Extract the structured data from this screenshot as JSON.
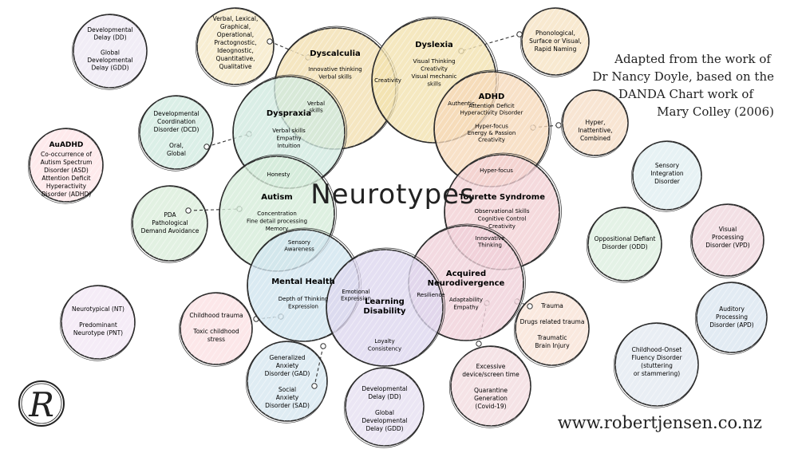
{
  "center_title": "Neurotypes",
  "attribution": [
    "Adapted from the work of",
    "Dr Nancy Doyle, based on the",
    "DANDA Chart work of",
    "Mary Colley (2006)"
  ],
  "website": "www.robertjensen.co.nz",
  "logo_letter": "R",
  "colors": {
    "dyscalculia": "#f2dfb0",
    "dyslexia": "#f2e2ae",
    "dyspraxia": "#cfe9df",
    "adhd": "#f6d8b8",
    "autism": "#d5ecd9",
    "tourette": "#f2cfd3",
    "mental_health": "#cfe4ee",
    "acquired": "#efcfd8",
    "learning": "#ddd6ee",
    "outline": "#2b2b2b"
  },
  "neurotypes": [
    {
      "id": "dyscalculia",
      "title": "Dyscalculia",
      "lines": [
        "Innovative thinking",
        "Verbal skills"
      ]
    },
    {
      "id": "dyslexia",
      "title": "Dyslexia",
      "lines": [
        "Visual Thinking",
        "Creativity",
        "Visual mechanic",
        "skills"
      ]
    },
    {
      "id": "dyspraxia",
      "title": "Dyspraxia",
      "lines": [
        "Verbal skills",
        "Empathy",
        "Intuition"
      ]
    },
    {
      "id": "adhd",
      "title": "ADHD",
      "lines": [
        "Attention Deficit",
        "Hyperactivity Disorder",
        "",
        "Hyper-focus",
        "Energy & Passion",
        "Creativity"
      ]
    },
    {
      "id": "autism",
      "title": "Autism",
      "lines": [
        "Concentration",
        "Fine detail processing",
        "Memory"
      ]
    },
    {
      "id": "tourette",
      "title": "Tourette Syndrome",
      "lines": [
        "Observational Skills",
        "Cognitive Control",
        "Creativity"
      ]
    },
    {
      "id": "mental_health",
      "title": "Mental Health",
      "lines": [
        "Depth of Thinking",
        "Expression"
      ]
    },
    {
      "id": "acquired",
      "title": "Acquired\nNeurodivergence",
      "lines": [
        "Adaptability",
        "Empathy"
      ]
    },
    {
      "id": "learning",
      "title": "Learning\nDisability",
      "lines": [
        "Loyalty",
        "Consistency"
      ]
    }
  ],
  "overlaps": [
    {
      "text": [
        "Creativity"
      ]
    },
    {
      "text": [
        "Verbal",
        "skills"
      ]
    },
    {
      "text": [
        "Authentic"
      ]
    },
    {
      "text": [
        "Honesty"
      ]
    },
    {
      "text": [
        "Hyper-focus"
      ]
    },
    {
      "text": [
        "Sensory",
        "Awareness"
      ]
    },
    {
      "text": [
        "Innovative",
        "Thinking"
      ]
    },
    {
      "text": [
        "Emotional",
        "Expression"
      ]
    },
    {
      "text": [
        "Resilience"
      ]
    }
  ],
  "bubbles": [
    {
      "id": "dd-gdd-top",
      "lines": [
        "Developmental",
        "Delay (DD)",
        "",
        "Global",
        "Developmental",
        "Delay (GDD)"
      ]
    },
    {
      "id": "dyscalculia-types",
      "lines": [
        "Verbal, Lexical,",
        "Graphical,",
        "Operational,",
        "Practognostic,",
        "Ideognostic,",
        "Quantitative,",
        "Qualitative"
      ]
    },
    {
      "id": "dyslexia-types",
      "lines": [
        "Phonological,",
        "Surface or Visual,",
        "Rapid Naming"
      ]
    },
    {
      "id": "dcd",
      "lines": [
        "Developmental",
        "Coordination",
        "Disorder (DCD)",
        "",
        "Oral,",
        "Global"
      ]
    },
    {
      "id": "auadhd",
      "bold": "AuADHD",
      "lines": [
        "Co-occurrence of",
        "Autism Spectrum",
        "Disorder (ASD)",
        "Attention Deficit",
        "Hyperactivity",
        "Disorder (ADHD)"
      ]
    },
    {
      "id": "adhd-types",
      "lines": [
        "Hyper,",
        "Inattentive,",
        "Combined"
      ]
    },
    {
      "id": "pda",
      "lines": [
        "PDA",
        "Pathological",
        "Demand Avoidance"
      ]
    },
    {
      "id": "sensory",
      "lines": [
        "Sensory",
        "Integration",
        "Disorder"
      ]
    },
    {
      "id": "odd",
      "lines": [
        "Oppositional Defiant",
        "Disorder (ODD)"
      ]
    },
    {
      "id": "vpd",
      "lines": [
        "Visual",
        "Processing",
        "Disorder (VPD)"
      ]
    },
    {
      "id": "nt",
      "lines": [
        "Neurotypical (NT)",
        "",
        "Predominant",
        "Neurotype (PNT)"
      ]
    },
    {
      "id": "trauma-mh",
      "lines": [
        "Childhood trauma",
        "",
        "Toxic childhood",
        "stress"
      ]
    },
    {
      "id": "acquired-trauma",
      "lines": [
        "Trauma",
        "",
        "Drugs related trauma",
        "",
        "Traumatic",
        "Brain Injury"
      ]
    },
    {
      "id": "apd",
      "lines": [
        "Auditory",
        "Processing",
        "Disorder (APD)"
      ]
    },
    {
      "id": "anxiety",
      "lines": [
        "Generalized",
        "Anxiety",
        "Disorder (GAD)",
        "",
        "Social",
        "Anxiety",
        "Disorder (SAD)"
      ]
    },
    {
      "id": "dd-gdd-bottom",
      "lines": [
        "Developmental",
        "Delay (DD)",
        "",
        "Global",
        "Developmental",
        "Delay (GDD)"
      ]
    },
    {
      "id": "screen",
      "lines": [
        "Excessive",
        "device/screen time",
        "",
        "Quarantine",
        "Generation",
        "(Covid-19)"
      ]
    },
    {
      "id": "stuttering",
      "lines": [
        "Childhood-Onset",
        "Fluency Disorder",
        "(stuttering",
        "or stammering)"
      ]
    }
  ]
}
